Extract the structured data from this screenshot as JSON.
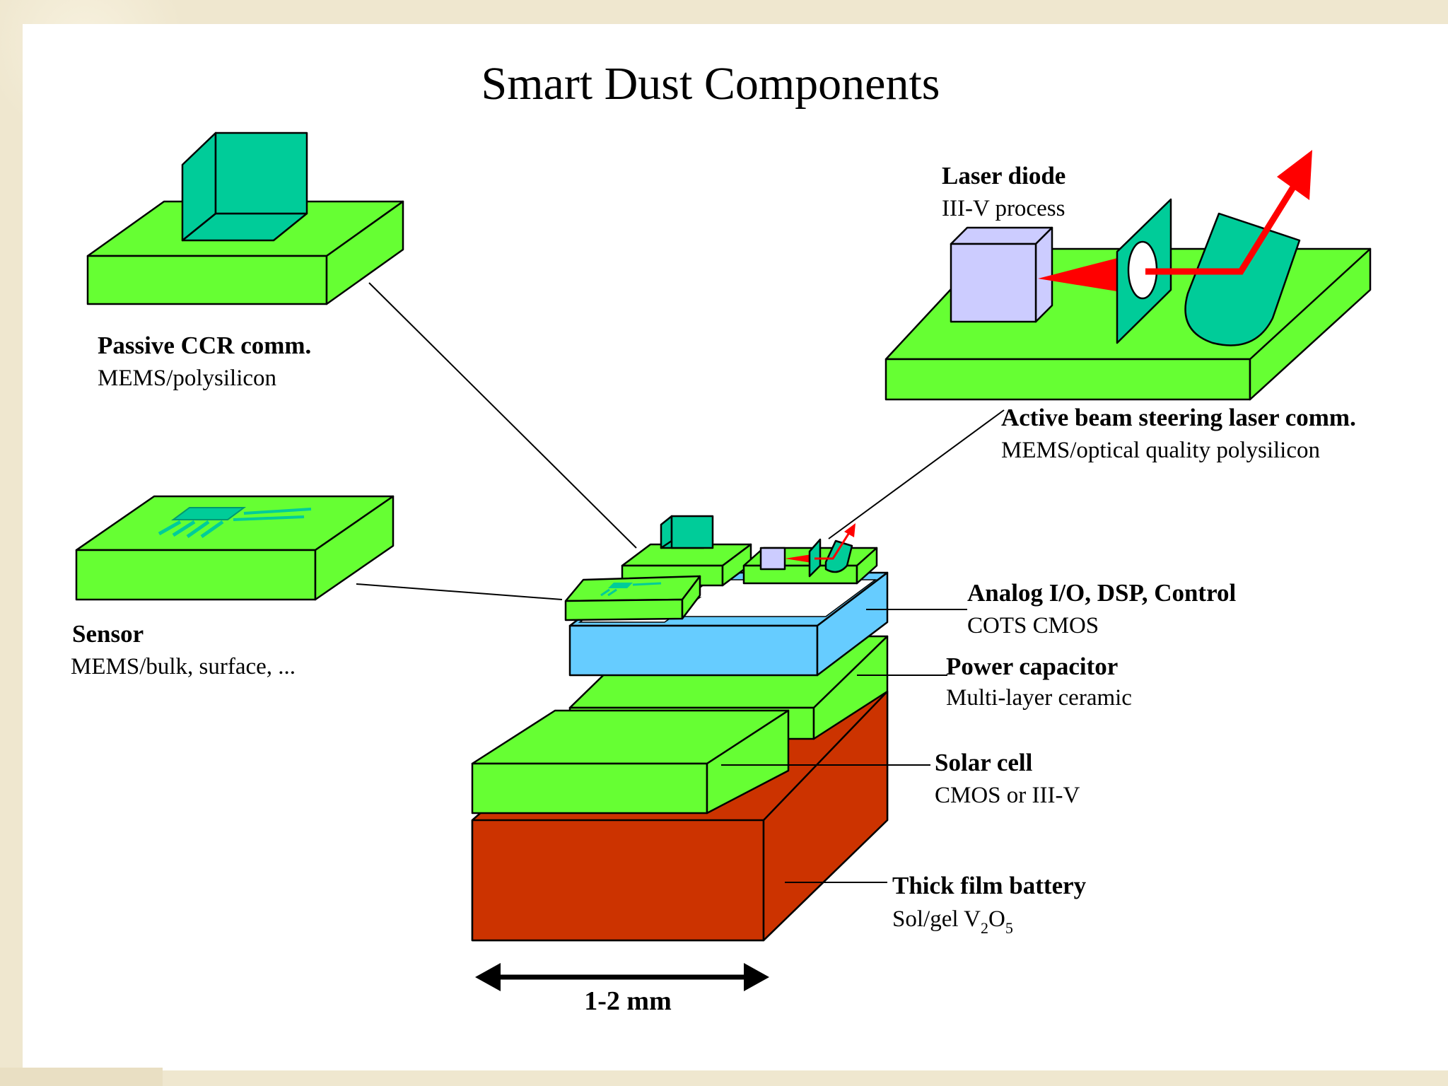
{
  "title": "Smart Dust Components",
  "colors": {
    "substrate_green": "#66ff33",
    "mirror_teal": "#00cc99",
    "analog_blue": "#66ccff",
    "battery_red": "#cc3300",
    "laser_lavender": "#ccccff",
    "beam_red": "#ff0000"
  },
  "labels": {
    "passive_ccr": {
      "name": "Passive CCR comm.",
      "tech": "MEMS/polysilicon"
    },
    "sensor": {
      "name": "Sensor",
      "tech": "MEMS/bulk, surface, ..."
    },
    "laser_diode": {
      "name": "Laser diode",
      "tech": "III-V process"
    },
    "active_beam": {
      "name": "Active beam steering laser comm.",
      "tech": "MEMS/optical quality polysilicon"
    },
    "analog": {
      "name": "Analog I/O, DSP, Control",
      "tech": "COTS CMOS"
    },
    "power_cap": {
      "name": "Power capacitor",
      "tech": "Multi-layer ceramic"
    },
    "solar": {
      "name": "Solar cell",
      "tech": "CMOS or III-V"
    },
    "battery": {
      "name": "Thick film battery",
      "tech_prefix": "Sol/gel V",
      "sub1": "2",
      "mid": "O",
      "sub2": "5"
    }
  },
  "dimension": "1-2 mm"
}
